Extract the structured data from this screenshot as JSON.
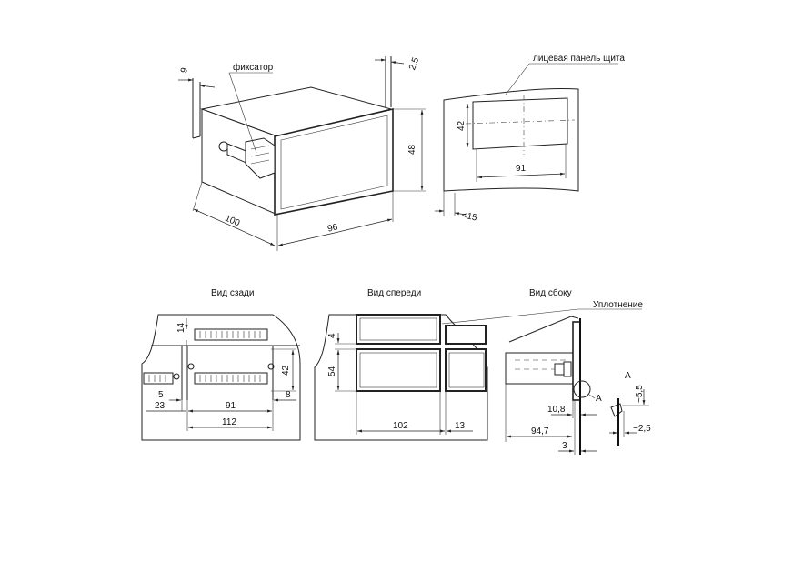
{
  "views": {
    "rear": "Вид сзади",
    "front": "Вид спереди",
    "side": "Вид сбоку"
  },
  "labels": {
    "latch": "фиксатор",
    "panel": "лицевая панель щита",
    "seal": "Уплотнение",
    "detail_a_callout": "A",
    "detail_a_title": "A"
  },
  "dims": {
    "iso_9": "9",
    "iso_2_5": "2,5",
    "iso_48": "48",
    "iso_96": "96",
    "iso_100": "100",
    "cut_42": "42",
    "cut_91": "91",
    "cut_15": "<15",
    "rear_14": "14",
    "rear_42": "42",
    "rear_5": "5",
    "rear_23": "23",
    "rear_91": "91",
    "rear_8": "8",
    "rear_112": "112",
    "front_4": "4",
    "front_54": "54",
    "front_102": "102",
    "front_13": "13",
    "side_10_8": "10,8",
    "side_94_7": "94,7",
    "side_3": "3",
    "det_5_5": "~5,5",
    "det_2_5": "~2,5"
  }
}
